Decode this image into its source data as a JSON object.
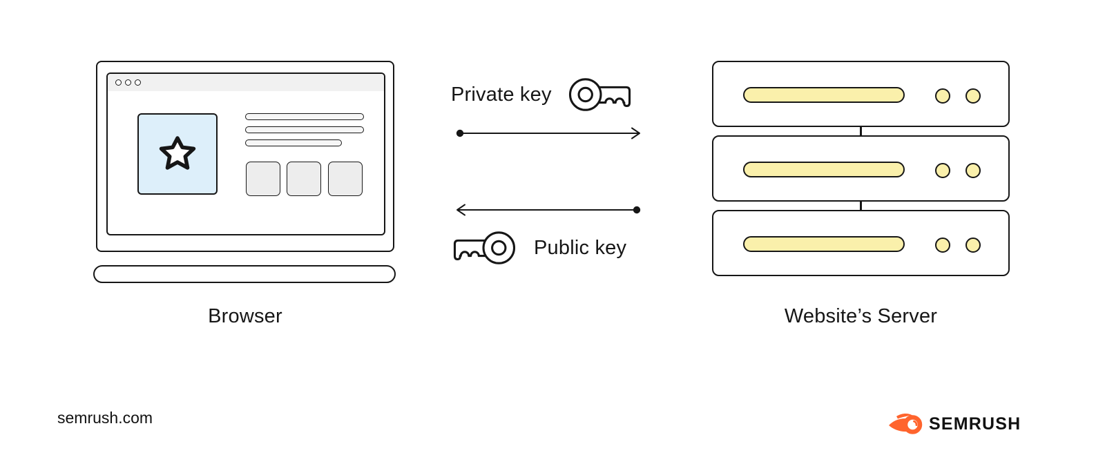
{
  "diagram_title_implicit": "Private / public key exchange between a browser and a website's server",
  "browser": {
    "label": "Browser"
  },
  "server": {
    "label": "Website’s Server",
    "unit_count": 3
  },
  "flow": {
    "top_label": "Private key",
    "top_direction": "browser-to-server",
    "bottom_label": "Public key",
    "bottom_direction": "server-to-browser"
  },
  "footer": {
    "site": "semrush.com",
    "brand": "SEMRUSH"
  },
  "icons": {
    "top": "key-icon",
    "bottom": "key-icon-mirrored",
    "browser_tile": "star-icon",
    "brand": "semrush-flame-icon"
  },
  "colors": {
    "ink": "#161616",
    "brand_orange": "#ff642d",
    "tile_blue": "#ddeffa",
    "server_yellow": "#faf0ab",
    "titlebar_gray": "#f1f1f1",
    "content_tile_gray": "#ededed"
  }
}
